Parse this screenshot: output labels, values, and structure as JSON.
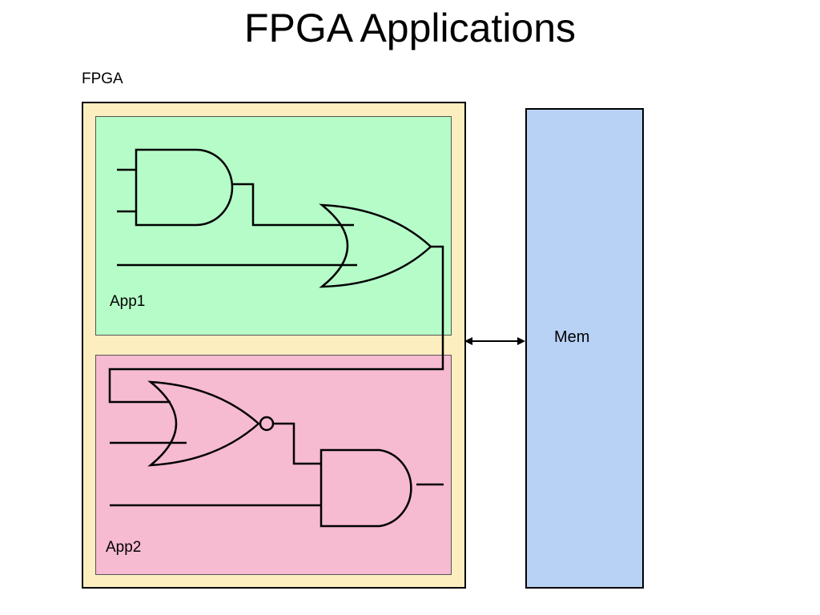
{
  "slide": {
    "title": "FPGA Applications"
  },
  "fpga": {
    "label": "FPGA",
    "fill_color": "#fdeec0"
  },
  "apps": [
    {
      "label": "App1",
      "fill_color": "#b6fcc8",
      "gates": [
        "and-gate",
        "or-gate"
      ]
    },
    {
      "label": "App2",
      "fill_color": "#f6bad1",
      "gates": [
        "nor-gate",
        "and-gate"
      ]
    }
  ],
  "memory": {
    "label": "Mem",
    "fill_color": "#b8d2f6"
  },
  "connections": {
    "fpga_mem_link": "bidirectional-arrow"
  }
}
